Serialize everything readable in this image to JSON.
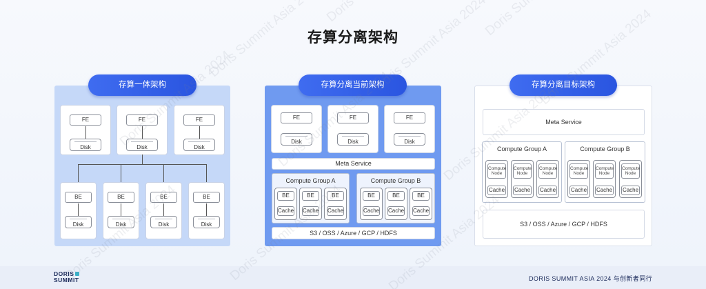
{
  "title": "存算分离架构",
  "panels": [
    {
      "label": "存算一体架构"
    },
    {
      "label": "存算分离当前架构"
    },
    {
      "label": "存算分离目标架构"
    }
  ],
  "fe_label": "FE",
  "be_label": "BE",
  "disk_label": "Disk",
  "meta_service": "Meta Service",
  "compute_group_a": "Compute Group A",
  "compute_group_b": "Compute Group B",
  "cache_label": "Cache",
  "compute_node_label": "Compute Node",
  "storage_label": "S3 / OSS / Azure / GCP / HDFS",
  "footer": {
    "logo_line1": "DORIS",
    "logo_line2": "SUMMIT",
    "slogan": "DORIS SUMMIT ASIA 2024  与创新者同行"
  },
  "watermark": "Doris Summit Asia 2024",
  "colors": {
    "accent": "#2f5fe8",
    "panel1_bg": "#c5d8f8",
    "panel2_bg": "#6f9af0",
    "panel3_bg": "#ffffff"
  }
}
